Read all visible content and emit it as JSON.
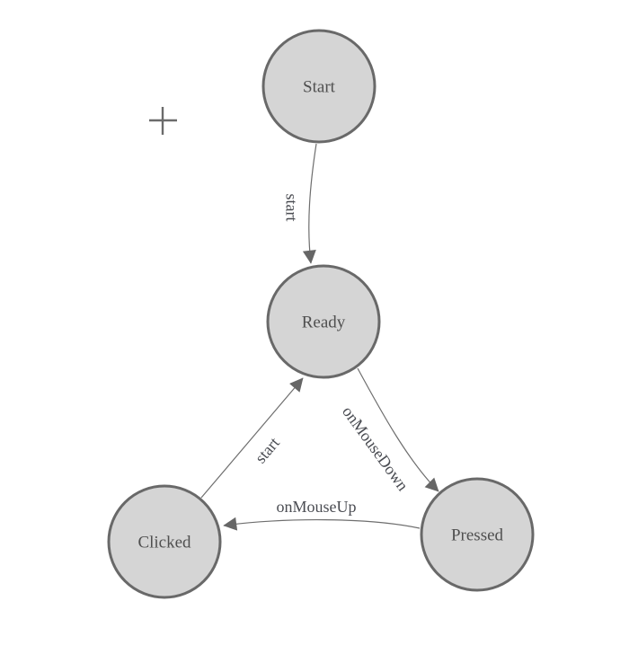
{
  "diagram": {
    "type": "state-machine",
    "nodes": [
      {
        "id": "start",
        "label": "Start"
      },
      {
        "id": "ready",
        "label": "Ready"
      },
      {
        "id": "clicked",
        "label": "Clicked"
      },
      {
        "id": "pressed",
        "label": "Pressed"
      }
    ],
    "edges": [
      {
        "from": "start",
        "to": "ready",
        "label": "start"
      },
      {
        "from": "clicked",
        "to": "ready",
        "label": "start"
      },
      {
        "from": "ready",
        "to": "pressed",
        "label": "onMouseDown"
      },
      {
        "from": "pressed",
        "to": "clicked",
        "label": "onMouseUp"
      }
    ],
    "cursor_icon": "crosshair-plus"
  },
  "colors": {
    "background": "#ffffff",
    "node_fill": "#d5d5d5",
    "node_border": "#696969",
    "edge_line": "#6e6e6e",
    "arrowhead": "#666666",
    "node_text": "#4f4f4f",
    "edge_text": "#4a4c52"
  }
}
